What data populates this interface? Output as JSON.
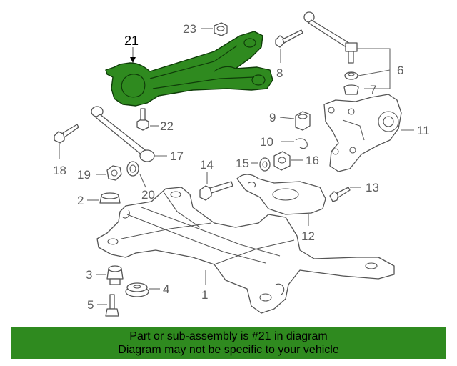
{
  "highlighted_part": "21",
  "callouts": {
    "c1": "1",
    "c2": "2",
    "c3": "3",
    "c4": "4",
    "c5": "5",
    "c6": "6",
    "c7": "7",
    "c8": "8",
    "c9": "9",
    "c10": "10",
    "c11": "11",
    "c12": "12",
    "c13": "13",
    "c14": "14",
    "c15": "15",
    "c16": "16",
    "c17": "17",
    "c18": "18",
    "c19": "19",
    "c20": "20",
    "c21": "21",
    "c22": "22",
    "c23": "23"
  },
  "banner": {
    "line1": "Part or sub-assembly is #21 in diagram",
    "line2": "Diagram may not be specific to your vehicle"
  },
  "colors": {
    "highlight": "#2f8a1f",
    "banner": "#2f8a1f",
    "line": "#555555"
  }
}
